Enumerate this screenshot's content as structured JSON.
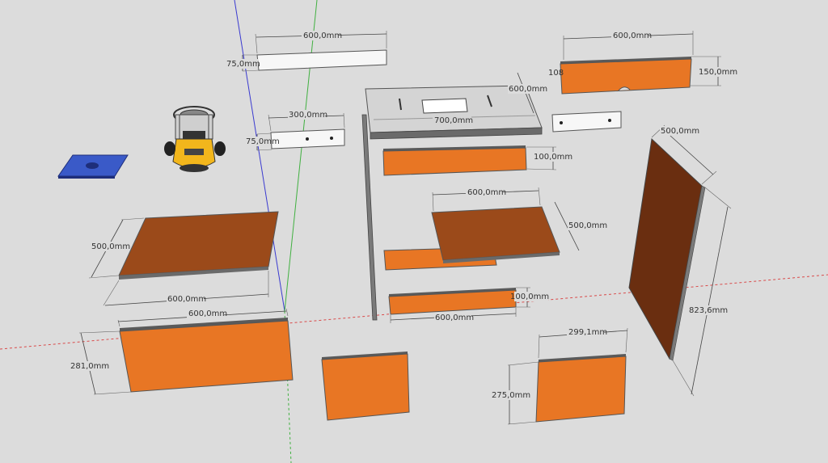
{
  "colors": {
    "background": "#dcdcdc",
    "orange": "#e87624",
    "brown": "#9b4a1a",
    "dark_brown": "#6a2e10",
    "white_panel": "#f7f7f7",
    "metal": "#d4d4d4",
    "edge": "#5a5a5a",
    "axis_red": "#d94a4a",
    "axis_green": "#40b040",
    "axis_blue": "#3a3ad0",
    "router_plate": "#3a5ac8"
  },
  "dimensions": {
    "top_white_width": "600,0mm",
    "top_white_height": "75,0mm",
    "small_white_width": "300,0mm",
    "small_white_height": "75,0mm",
    "top_right_width": "600,0mm",
    "top_right_height": "150,0mm",
    "top_right_left": "108",
    "tabletop_depth": "600,0mm",
    "tabletop_width": "700,0mm",
    "drawer_front_height": "100,0mm",
    "mid_shelf_width": "600,0mm",
    "mid_shelf_depth": "500,0mm",
    "lower_rail_height": "100,0mm",
    "lower_rail_width": "600,0mm",
    "left_board_depth": "500,0mm",
    "left_board_width": "600,0mm",
    "front_panel_width": "600,0mm",
    "front_panel_height": "281,0mm",
    "small_door_width": "299,1mm",
    "small_door_height": "275,0mm",
    "side_panel_depth": "500,0mm",
    "side_panel_height": "823,6mm"
  }
}
